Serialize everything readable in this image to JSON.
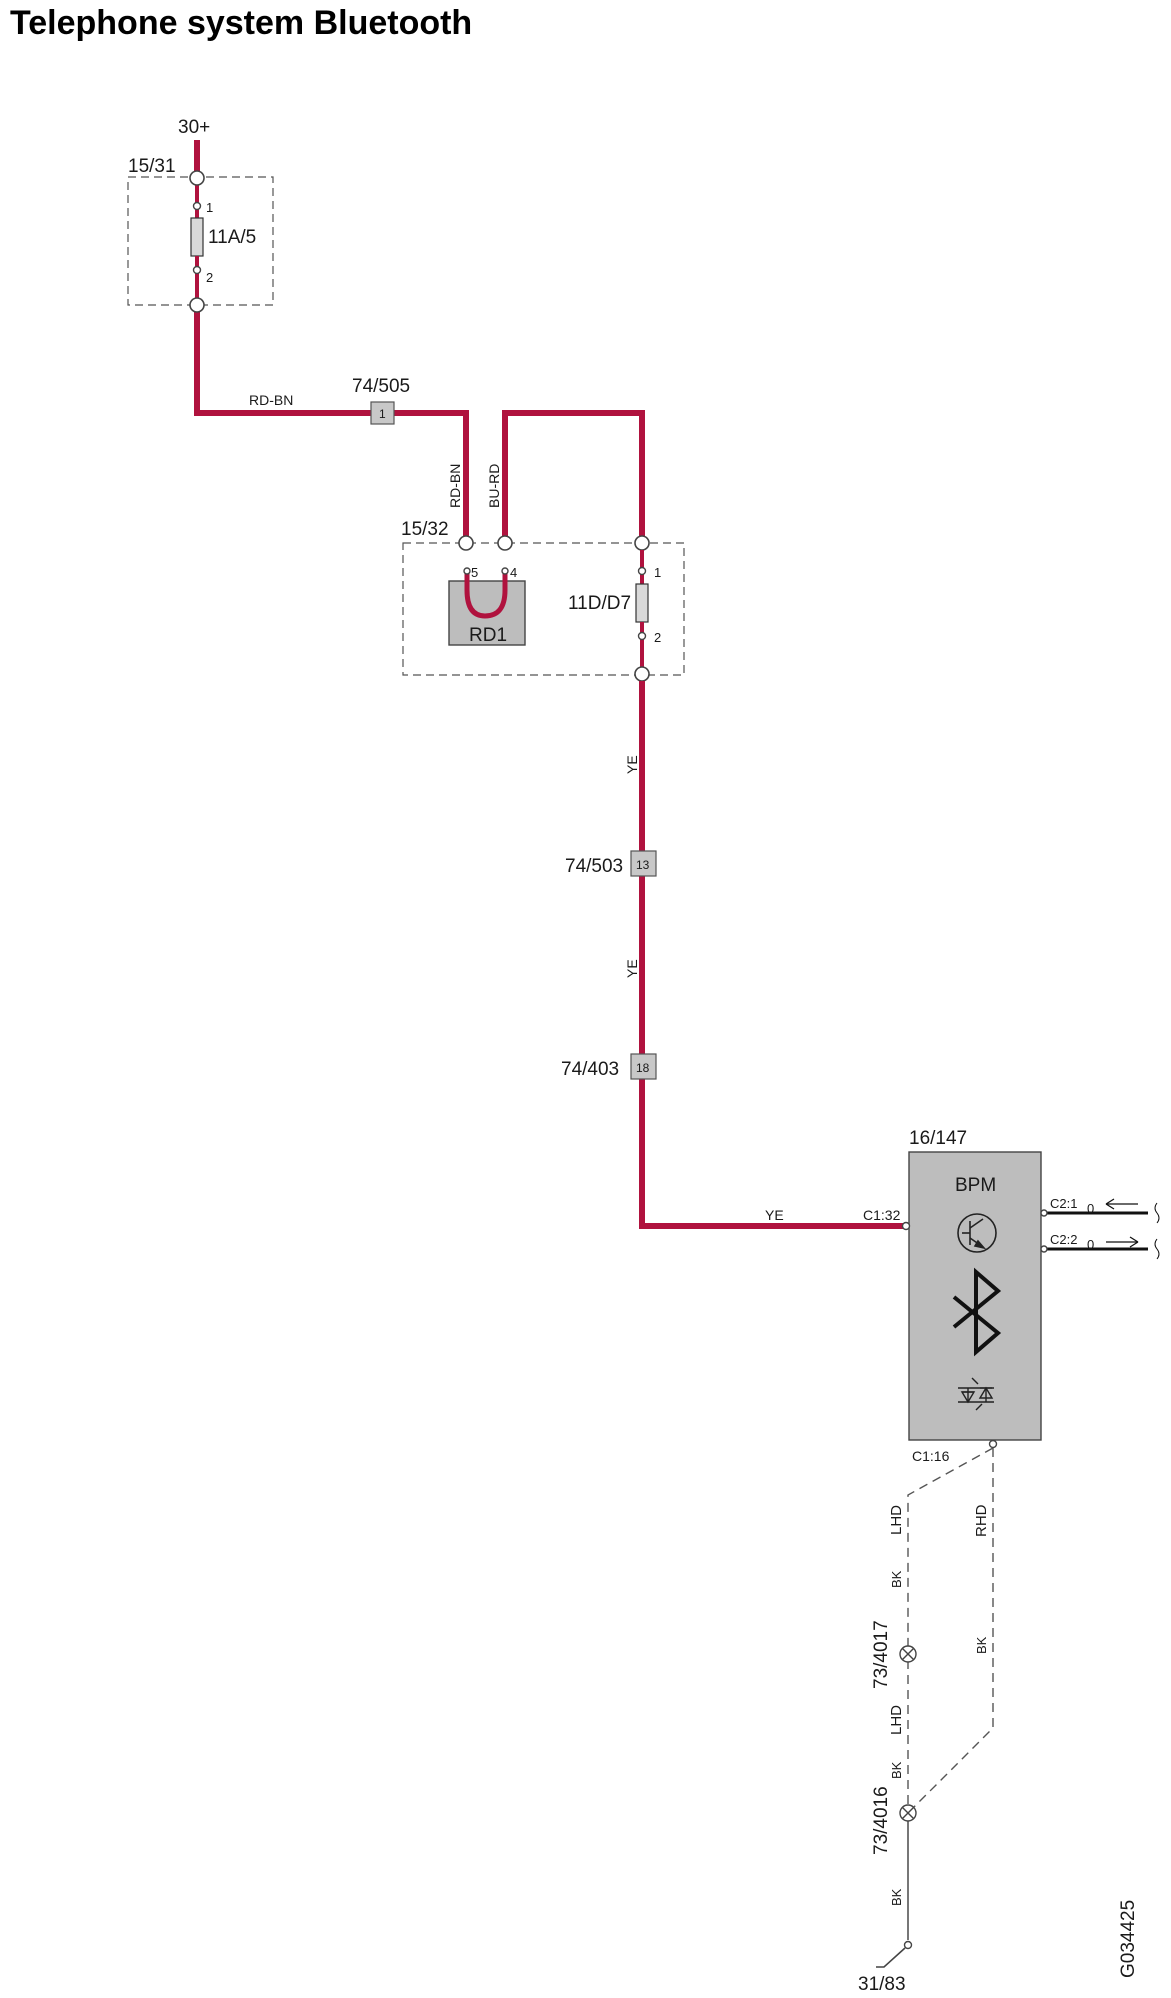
{
  "title": "Telephone system Bluetooth",
  "labels": {
    "supply": "30+",
    "fuse_box_1": "15/31",
    "fuse_1": "11A/5",
    "fuse_1_pin_in": "1",
    "fuse_1_pin_out": "2",
    "connector_505": "74/505",
    "connector_505_pin": "1",
    "wire_rdbn_h": "RD-BN",
    "wire_rdbn_v": "RD-BN",
    "wire_burd_v": "BU-RD",
    "fuse_box_2": "15/32",
    "relay": "RD1",
    "relay_pin_a": "5",
    "relay_pin_b": "4",
    "fuse_2": "11D/D7",
    "fuse_2_pin_in": "1",
    "fuse_2_pin_out": "2",
    "wire_ye_1": "YE",
    "connector_503": "74/503",
    "connector_503_pin": "13",
    "wire_ye_2": "YE",
    "connector_403": "74/403",
    "connector_403_pin": "18",
    "wire_ye_3": "YE",
    "module_id": "16/147",
    "module_name": "BPM",
    "pin_c1_32": "C1:32",
    "pin_c2_1": "C2:1",
    "pin_c2_1_val": "0",
    "pin_c2_2": "C2:2",
    "pin_c2_2_val": "0",
    "pin_c1_16": "C1:16",
    "lhd_1": "LHD",
    "bk_1": "BK",
    "rhd": "RHD",
    "ground_4017": "73/4017",
    "bk_rhd": "BK",
    "lhd_2": "LHD",
    "bk_2": "BK",
    "ground_4016": "73/4016",
    "bk_3": "BK",
    "ground_main": "31/83",
    "figure_code": "G034425"
  },
  "colors": {
    "wire": "#b0123e",
    "component_fill": "#c8c8c8",
    "module_fill": "#bdbdbd",
    "dashed": "#555555"
  },
  "icons": {
    "transistor": "transistor-icon",
    "bluetooth": "bluetooth-icon",
    "diodes": "diode-pair-icon"
  }
}
